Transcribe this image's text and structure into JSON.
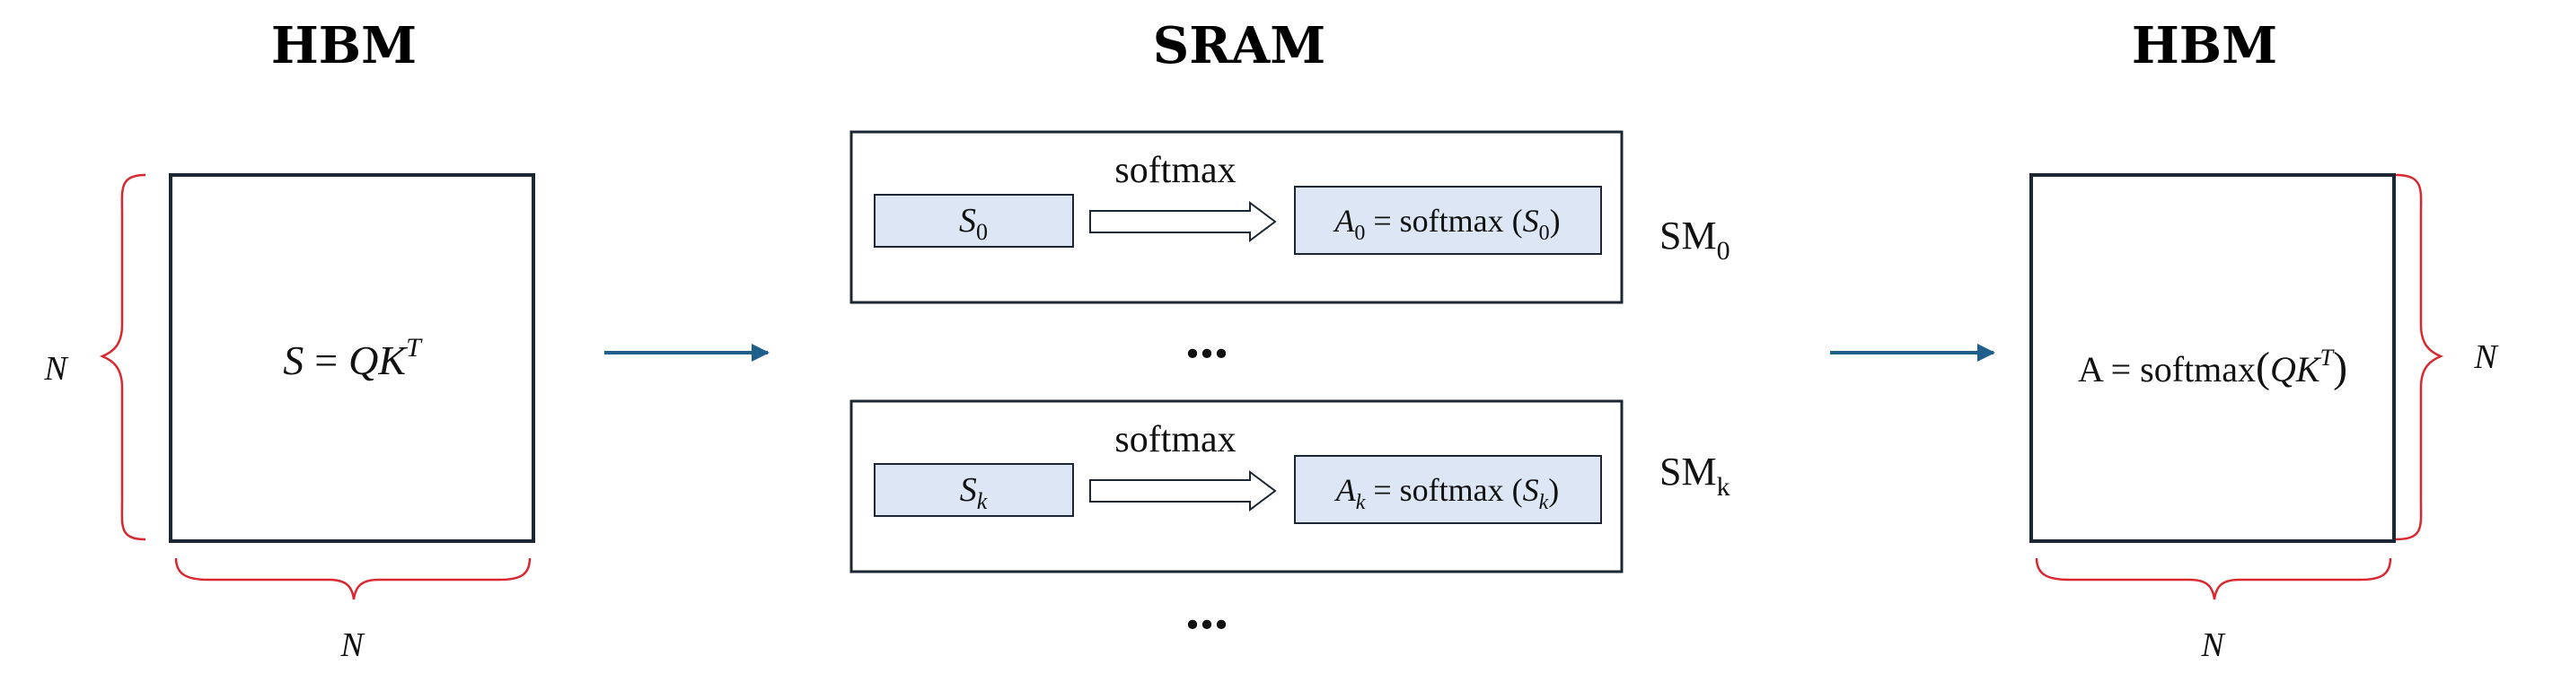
{
  "headings": {
    "left": "HBM",
    "middle": "SRAM",
    "right": "HBM"
  },
  "left_matrix": {
    "lhs": "S",
    "eq": "=",
    "rhs": "QK",
    "sup": "T",
    "dim_side": "N",
    "dim_bottom": "N"
  },
  "sram_blocks": [
    {
      "label": "softmax",
      "input_var": "S",
      "input_sub": "0",
      "out_var": "A",
      "out_sub": "0",
      "out_eq": " = softmax (",
      "out_arg": "S",
      "out_arg_sub": "0",
      "out_close": ")",
      "sm": "SM",
      "sm_sub": "0"
    },
    {
      "label": "softmax",
      "input_var": "S",
      "input_sub": "k",
      "out_var": "A",
      "out_sub": "k",
      "out_eq": " = softmax (",
      "out_arg": "S",
      "out_arg_sub": "k",
      "out_close": ")",
      "sm": "SM",
      "sm_sub": "k"
    }
  ],
  "ellipsis": "...",
  "right_matrix": {
    "prefix": "A = softmax",
    "open": "(",
    "arg": "QK",
    "sup": "T",
    "close": ")",
    "dim_side": "N",
    "dim_bottom": "N"
  },
  "colors": {
    "brace": "#d9282f",
    "arrow": "#1f5f8b",
    "block_fill": "#dce6f4",
    "border": "#1c2733"
  }
}
